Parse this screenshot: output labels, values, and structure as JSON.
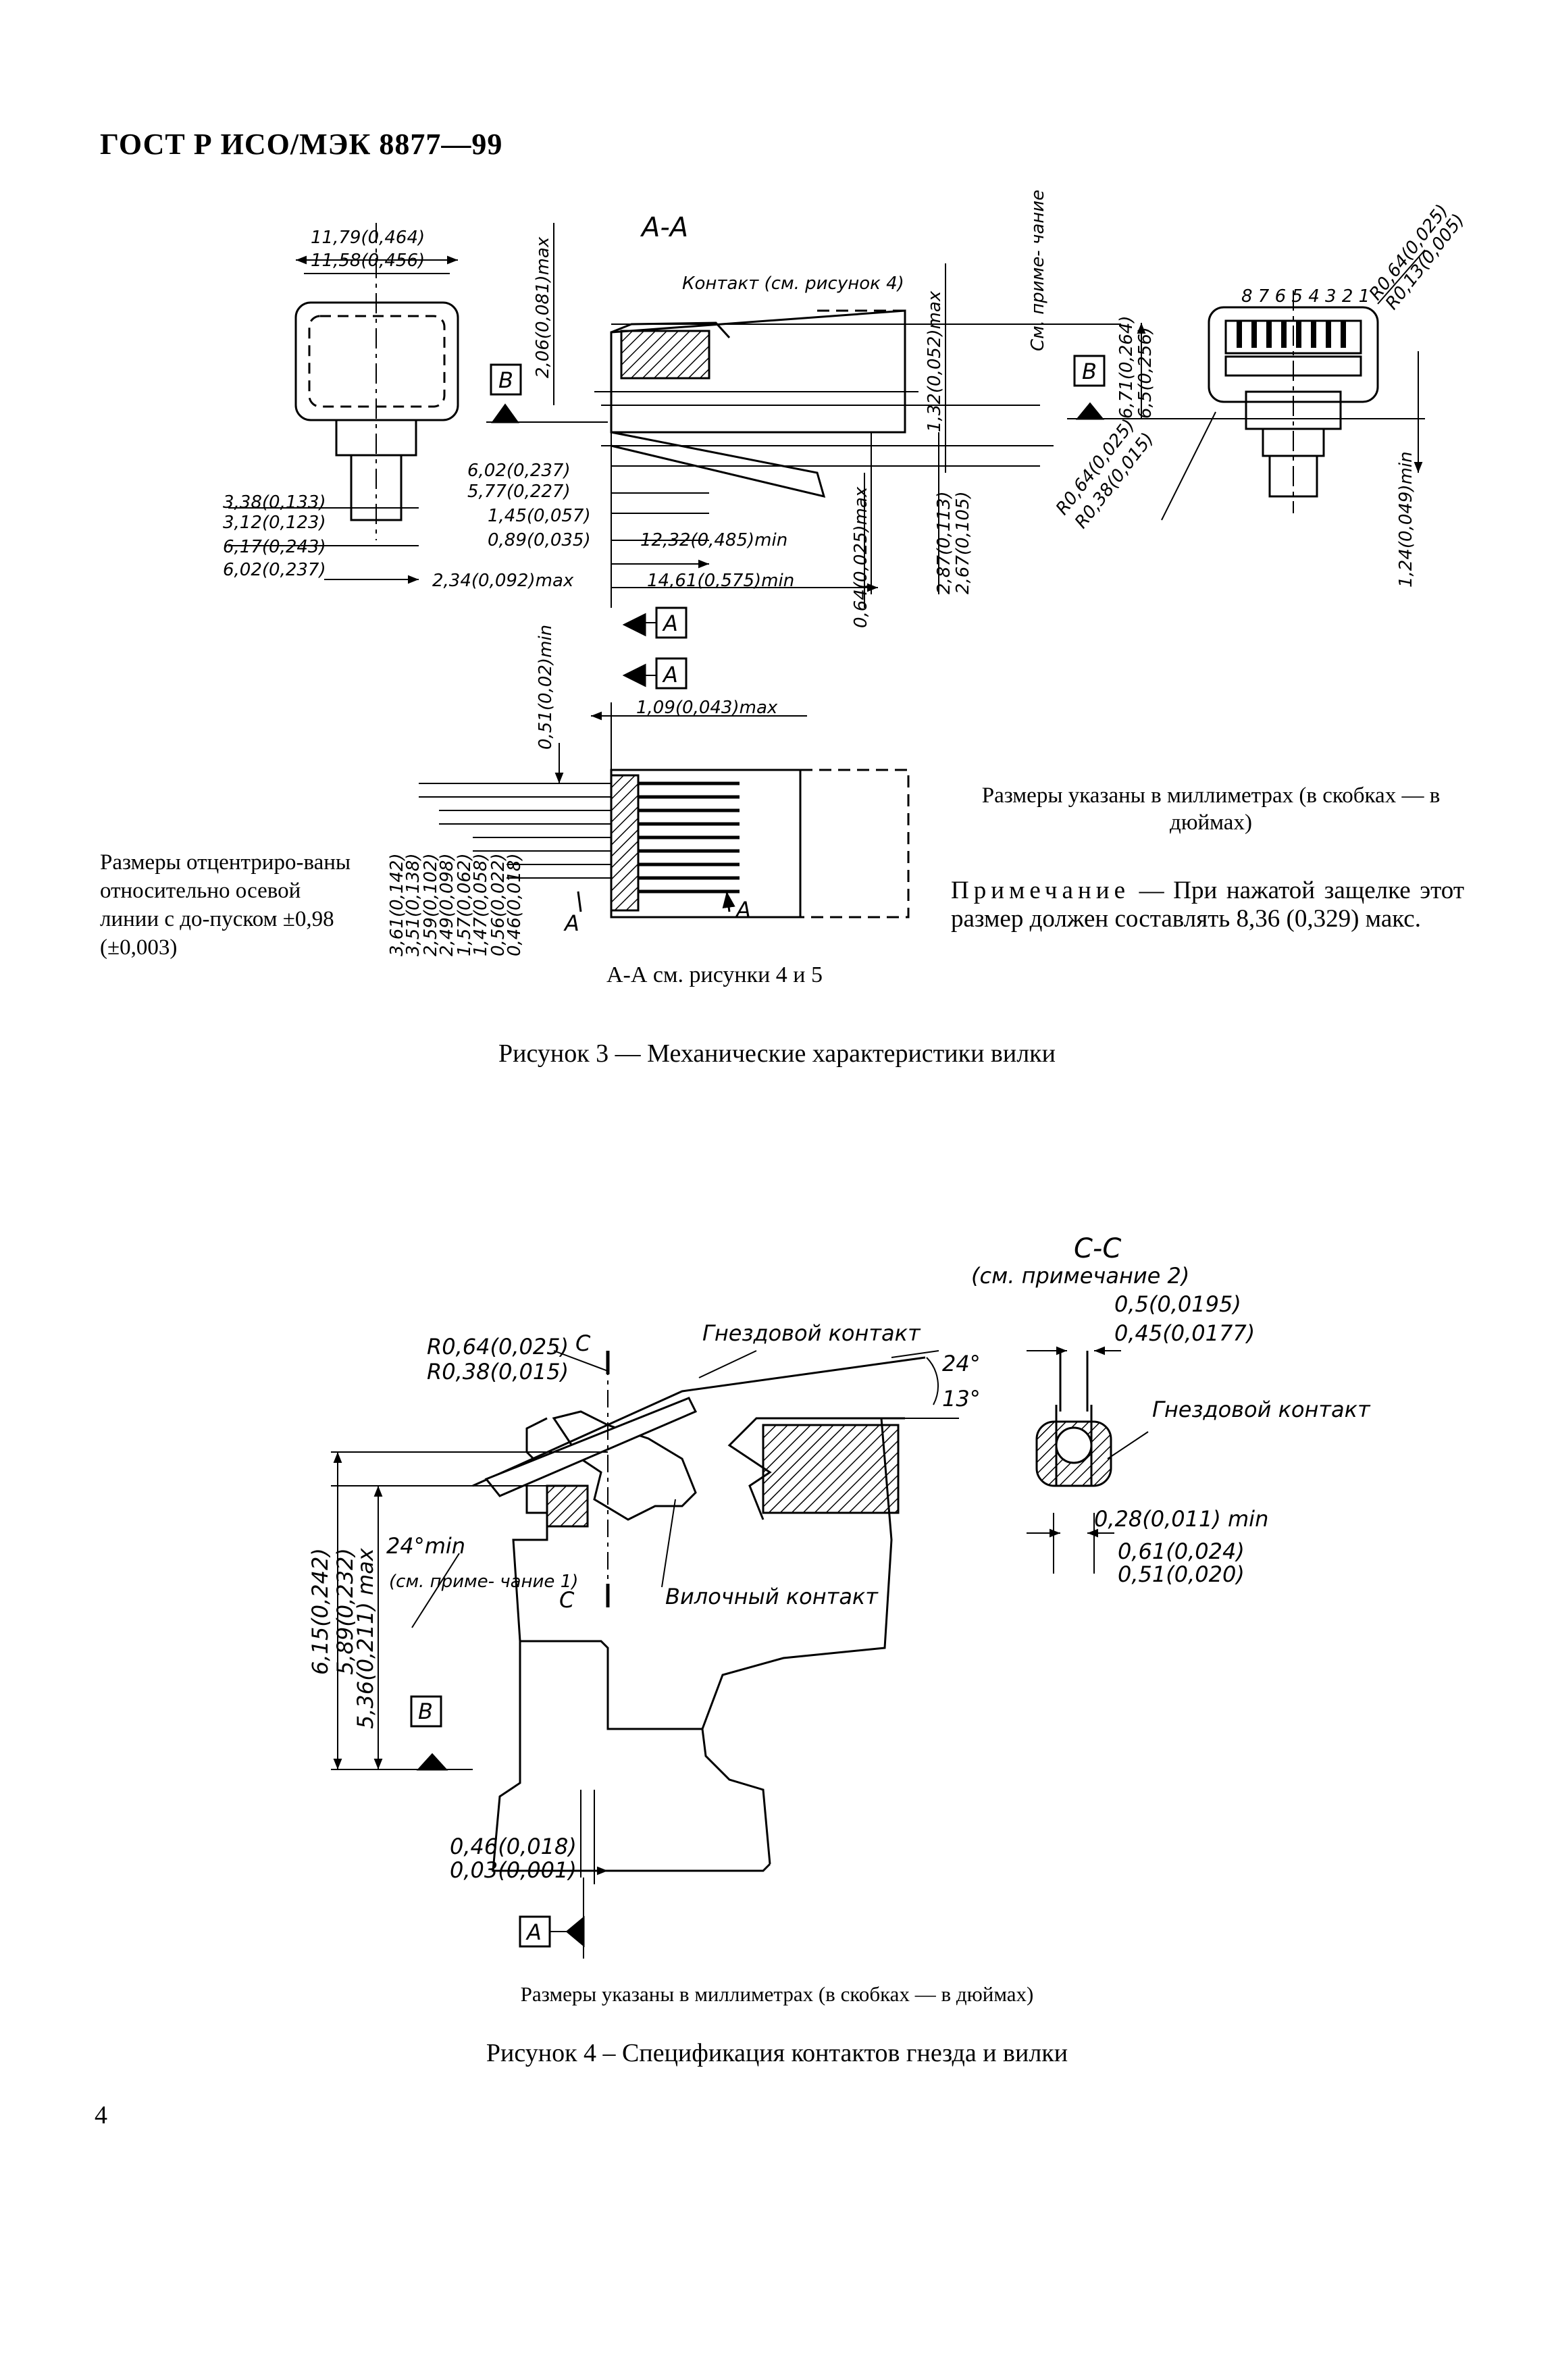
{
  "header": {
    "standard": "ГОСТ Р ИСО/МЭК 8877—99"
  },
  "figure3": {
    "section_label": "А-А",
    "contact_note": "Контакт (см. рисунок 4)",
    "pin_numbers": "8 7 6 5 4 3 2 1",
    "datum_a": "A",
    "datum_b": "B",
    "see_note": "См. приме- чание",
    "dims_top": [
      "11,79(0,464)",
      "11,58(0,456)"
    ],
    "dims_left": [
      "3,38(0,133)",
      "3,12(0,123)",
      "6,17(0,243)",
      "6,02(0,237)"
    ],
    "dims_mid": [
      "6,02(0,237)",
      "5,77(0,227)",
      "1,45(0,057)",
      "0,89(0,035)",
      "12,32(0,485)min",
      "2,34(0,092)max",
      "14,61(0,575)min"
    ],
    "dims_vertical": [
      "2,06(0,081)max",
      "1,32(0,052)max",
      "0,64(0,025)max",
      "2,87(0,113)",
      "2,67(0,105)",
      "6,71(0,264)",
      "6,5(0,256)",
      "1,24(0,049)min",
      "0,51(0,02)min"
    ],
    "dims_radius": [
      "R0,64(0,025)",
      "R0,13(0,005)",
      "R0,64(0,025)",
      "R0,38(0,015)"
    ],
    "dims_bottom": [
      "1,09(0,043)max"
    ],
    "dims_pitch": [
      "3,61(0,142)",
      "3,51(0,138)",
      "2,59(0,102)",
      "2,49(0,098)",
      "1,57(0,062)",
      "1,47(0,058)",
      "0,56(0,022)",
      "0,46(0,018)"
    ],
    "side_note": "Размеры отцентриро-ваны относительно осевой линии с до-пуском ±0,98 (±0,003)",
    "units_note": "Размеры указаны в миллиметрах (в скобках — в дюймах)",
    "note_label": "Примечание",
    "note_text": " — При нажатой защелке этот размер должен составлять 8,36 (0,329) макс.",
    "aa_caption": "А-А см. рисунки 4 и 5",
    "caption": "Рисунок 3 — Механические характеристики вилки"
  },
  "figure4": {
    "section_label": "C-C",
    "section_note": "(см. примечание 2)",
    "jack_contact": "Гнездовой контакт",
    "plug_contact": "Вилочный контакт",
    "cut_label": "C",
    "angle_24": "24°",
    "angle_13": "13°",
    "angle_min": "24°min",
    "see_note1": "(см. приме- чание 1)",
    "dims_radius": [
      "R0,64(0,025)",
      "R0,38(0,015)"
    ],
    "dims_vertical": [
      "6,15(0,242)",
      "5,89(0,232)",
      "5,36(0,211) max"
    ],
    "dims_bottom": [
      "0,46(0,018)",
      "0,03(0,001)"
    ],
    "dims_cc": [
      "0,5(0,0195)",
      "0,45(0,0177)",
      "0,28(0,011) min",
      "0,61(0,024)",
      "0,51(0,020)"
    ],
    "datum_a": "A",
    "datum_b": "B",
    "units_note": "Размеры указаны в миллиметрах (в скобках — в дюймах)",
    "caption": "Рисунок 4 – Спецификация контактов гнезда и вилки"
  },
  "page": {
    "number": "4"
  }
}
